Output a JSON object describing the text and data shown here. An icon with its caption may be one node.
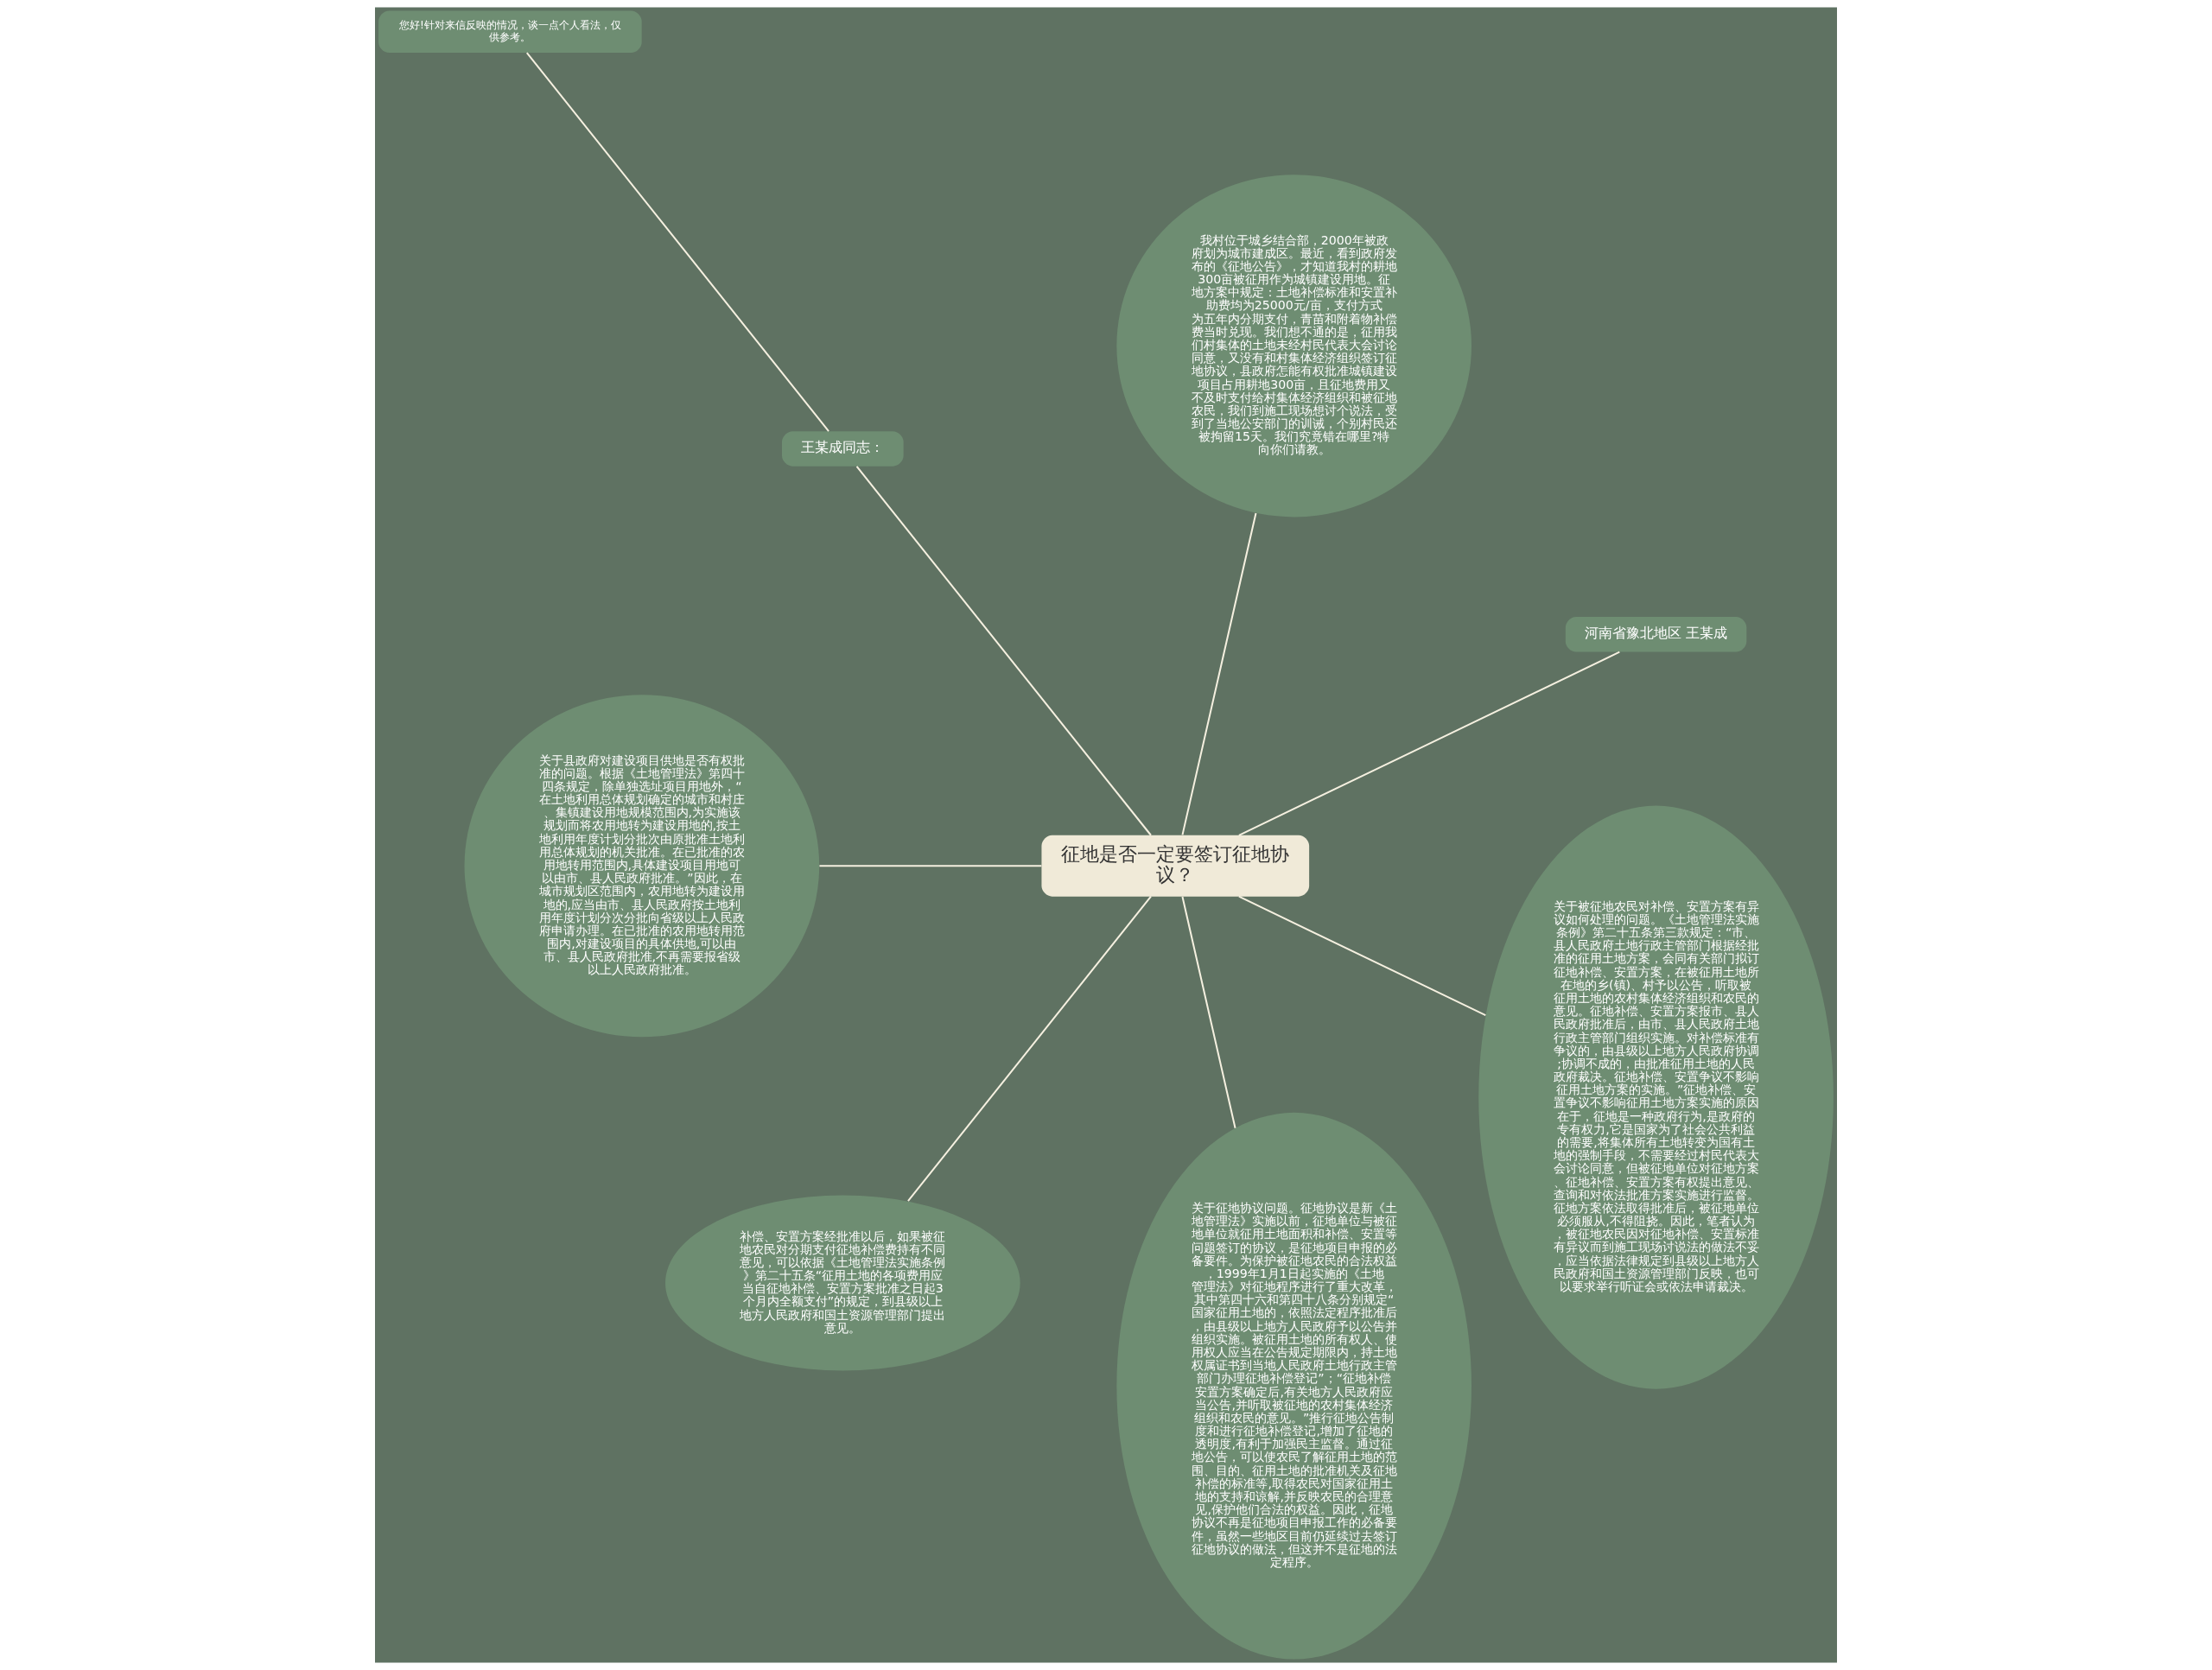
{
  "diagram": {
    "nodes": [
      {
        "text": [
          "征地是否一定要签订征地协议？"
        ]
      },
      {
        "text": [
          "河南省豫北地区 王某成"
        ]
      },
      {
        "text": [
          "我村位于城乡结合部，2000年被政府划为城市建成区。最近，看到政府发布的《征地公告》，才知道我村的耕地300亩被征用作为城镇建设用地。征地方案中规定：土地补偿标准和安置补助费均为25000元/亩，支付方式为五年内分期支付，青苗和附着物补偿费当时兑现。我们想不通的是，征用我们村集体的土地未经村民代表大会讨论同意，又没有和村集体经济组织签订征地协议，县政府怎能有权批准城镇建设项目占用耕地300亩，且征地费用又不及时支付给村集体经济组织和被征地农民，我们到施工现场想讨个说法，受到了当地公安部门的训诫，个别村民还被拘留15天。我们究竟错在哪里?特向你们请教。"
        ]
      },
      {
        "text": [
          "王某成同志："
        ]
      },
      {
        "text": [
          "您好!针对来信反映的情况，谈一点个人看法，仅供参考。"
        ]
      },
      {
        "text": [
          "关于县政府对建设项目供地是否有权批准的问题。根据《土地管理法》第四十四条规定，除单独选址项目用地外，“在土地利用总体规划确定的城市和村庄、集镇建设用地规模范围内,为实施该规划而将农用地转为建设用地的,按土地利用年度计划分批次由原批准土地利用总体规划的机关批准。在已批准的农用地转用范围内,具体建设项目用地可以由市、县人民政府批准。”因此，在城市规划区范围内，农用地转为建设用地的,应当由市、县人民政府按土地利用年度计划分次分批向省级以上人民政府申请办理。在已批准的农用地转用范围内,对建设项目的具体供地,可以由市、县人民政府批准,不再需要报省级以上人民政府批准。"
        ]
      },
      {
        "text": [
          "补偿、安置方案经批准以后，如果被征地农民对分期支付征地补偿费持有不同意见，可以依据《土地管理法实施条例》第二十五条“征用土地的各项费用应当自征地补偿、安置方案批准之日起3个月内全额支付”的规定，到县级以上地方人民政府和国土资源管理部门提出意见。"
        ]
      },
      {
        "text": [
          "关于征地协议问题。征地协议是新《土地管理法》实施以前，征地单位与被征地单位就征用土地面积和补偿、安置等问题签订的协议，是征地项目申报的必备要件。为保护被征地农民的合法权益，1999年1月1日起实施的《土地管理法》对征地程序进行了重大改革，其中第四十六和第四十八条分别规定“国家征用土地的，依照法定程序批准后，由县级以上地方人民政府予以公告并组织实施。被征用土地的所有权人、使用权人应当在公告规定期限内，持土地权属证书到当地人民政府土地行政主管部门办理征地补偿登记”；“征地补偿安置方案确定后,有关地方人民政府应当公告,并听取被征地的农村集体经济组织和农民的意见。”推行征地公告制度和进行征地补偿登记,增加了征地的透明度,有利于加强民主监督。通过征地公告，可以使农民了解征用土地的范围、目的、征用土地的批准机关及征地补偿的标准等,取得农民对国家征用土地的支持和谅解,并反映农民的合理意见,保护他们合法的权益。因此，征地协议不再是征地项目申报工作的必备要件，虽然一些地区目前仍延续过去签订征地协议的做法，但这并不是征地的法定程序。"
        ]
      },
      {
        "text": [
          "关于被征地农民对补偿、安置方案有异议如何处理的问题。《土地管理法实施条例》第二十五条第三款规定：“市、县人民政府土地行政主管部门根据经批准的征用土地方案，会同有关部门拟订征地补偿、安置方案，在被征用土地所在地的乡(镇)、村予以公告，听取被征用土地的农村集体经济组织和农民的意见。征地补偿、安置方案报市、县人民政府批准后，由市、县人民政府土地行政主管部门组织实施。对补偿标准有争议的，由县级以上地方人民政府协调;协调不成的，由批准征用土地的人民政府裁决。征地补偿、安置争议不影响征用土地方案的实施。”征地补偿、安置争议不影响征用土地方案实施的原因在于，征地是一种政府行为,是政府的专有权力,它是国家为了社会公共利益的需要,将集体所有土地转变为国有土地的强制手段，不需要经过村民代表大会讨论同意，但被征地单位对征地方案、征地补偿、安置方案有权提出意见、查询和对依法批准方案实施进行监督。征地方案依法取得批准后，被征地单位必须服从,不得阻挠。因此，笔者认为，被征地农民因对征地补偿、安置标准有异议而到施工现场讨说法的做法不妥，应当依据法律规定到县级以上地方人民政府和国土资源管理部门反映，也可以要求举行听证会或依法申请裁决。"
        ]
      }
    ],
    "edges": [
      {
        "from": 0,
        "to": 1,
        "arrow": "none"
      },
      {
        "from": 0,
        "to": 2,
        "arrow": "none"
      },
      {
        "from": 0,
        "to": 3,
        "arrow": "none"
      },
      {
        "from": 3,
        "to": 4,
        "arrow": "none"
      },
      {
        "from": 0,
        "to": 5,
        "arrow": "none"
      },
      {
        "from": 0,
        "to": 6,
        "arrow": "none"
      },
      {
        "from": 0,
        "to": 7,
        "arrow": "none"
      },
      {
        "from": 0,
        "to": 8,
        "arrow": "none"
      }
    ]
  }
}
